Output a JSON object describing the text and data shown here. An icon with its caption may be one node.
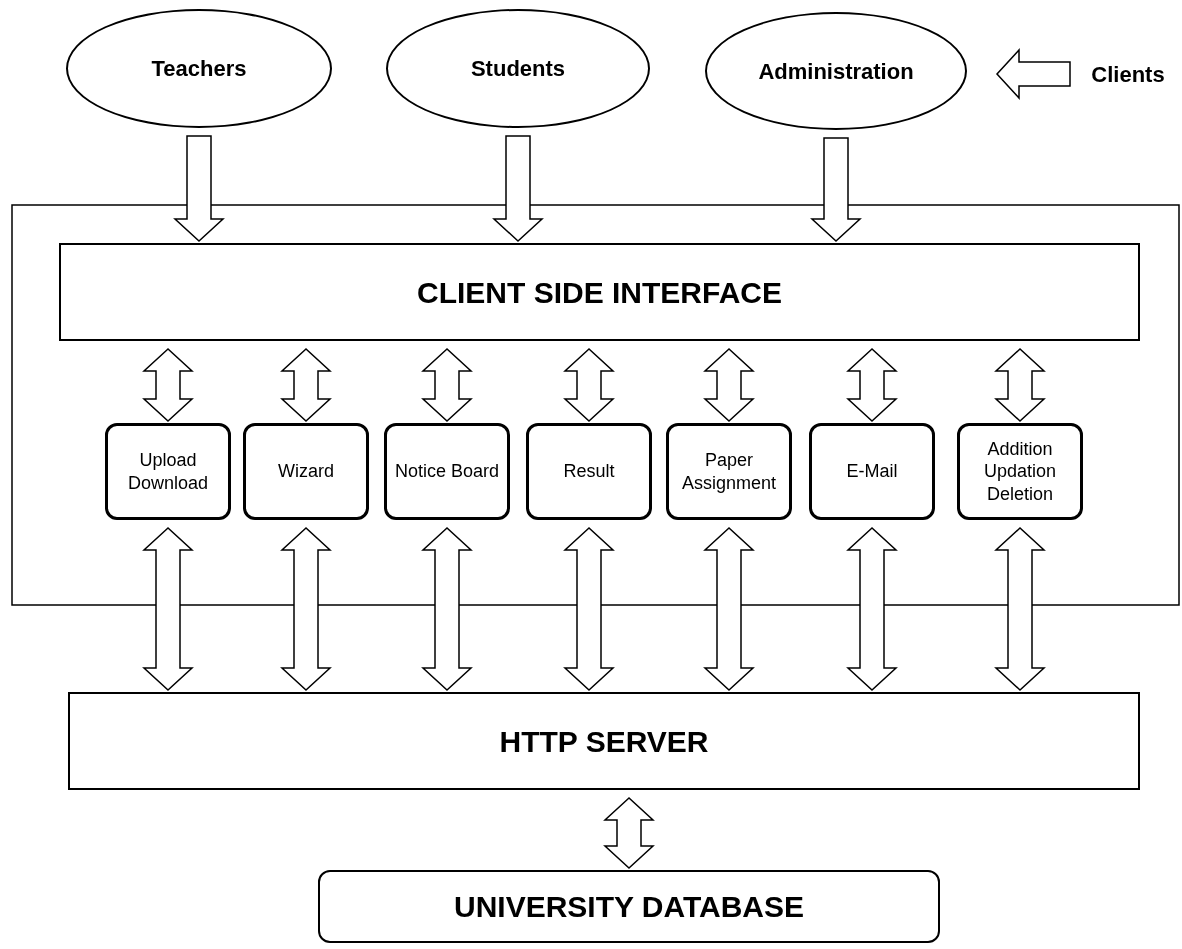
{
  "diagram": {
    "nodes": [
      {
        "text": [
          "Teachers"
        ]
      },
      {
        "text": [
          "Students"
        ]
      },
      {
        "text": [
          "Administration"
        ]
      },
      {
        "text": [
          "Clients"
        ]
      },
      {
        "text": [
          "CLIENT SIDE INTERFACE"
        ]
      },
      {
        "text": [
          "Upload Download"
        ]
      },
      {
        "text": [
          "Wizard"
        ]
      },
      {
        "text": [
          "Notice Board"
        ]
      },
      {
        "text": [
          "Result"
        ]
      },
      {
        "text": [
          "Paper Assignment"
        ]
      },
      {
        "text": [
          "E-Mail"
        ]
      },
      {
        "text": [
          "Addition Updation Deletion"
        ]
      },
      {
        "text": [
          "HTTP SERVER"
        ]
      },
      {
        "text": [
          "UNIVERSITY DATABASE"
        ]
      }
    ],
    "edges": [
      {
        "from": 3,
        "to": 2,
        "arrow": "to"
      },
      {
        "from": 0,
        "to": 4,
        "arrow": "to"
      },
      {
        "from": 1,
        "to": 4,
        "arrow": "to"
      },
      {
        "from": 2,
        "to": 4,
        "arrow": "to"
      },
      {
        "from": 4,
        "to": 5,
        "arrow": "both"
      },
      {
        "from": 4,
        "to": 6,
        "arrow": "both"
      },
      {
        "from": 4,
        "to": 7,
        "arrow": "both"
      },
      {
        "from": 4,
        "to": 8,
        "arrow": "both"
      },
      {
        "from": 4,
        "to": 9,
        "arrow": "both"
      },
      {
        "from": 4,
        "to": 10,
        "arrow": "both"
      },
      {
        "from": 4,
        "to": 11,
        "arrow": "both"
      },
      {
        "from": 5,
        "to": 12,
        "arrow": "both"
      },
      {
        "from": 6,
        "to": 12,
        "arrow": "both"
      },
      {
        "from": 7,
        "to": 12,
        "arrow": "both"
      },
      {
        "from": 8,
        "to": 12,
        "arrow": "both"
      },
      {
        "from": 9,
        "to": 12,
        "arrow": "both"
      },
      {
        "from": 10,
        "to": 12,
        "arrow": "both"
      },
      {
        "from": 11,
        "to": 12,
        "arrow": "both"
      },
      {
        "from": 12,
        "to": 13,
        "arrow": "both"
      }
    ]
  }
}
